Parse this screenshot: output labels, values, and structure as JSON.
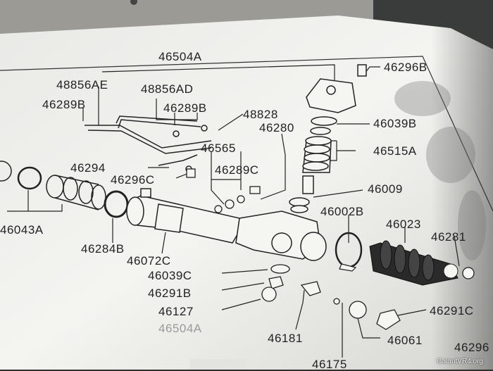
{
  "diagram": {
    "title_part": "46504A",
    "labels": {
      "p46296B_top": "46296B",
      "p48856AE": "48856AE",
      "p48856AD": "48856AD",
      "p46289B_left": "46289B",
      "p46289B_mid": "46289B",
      "p48828": "48828",
      "p46280": "46280",
      "p46039B": "46039B",
      "p46515A": "46515A",
      "p46565": "46565",
      "p46294": "46294",
      "p46289C": "46289C",
      "p46296C": "46296C",
      "p46009": "46009",
      "p46002B": "46002B",
      "p46023": "46023",
      "p46281": "46281",
      "p46043A": "46043A",
      "p46284B": "46284B",
      "p46072C": "46072C",
      "p46039C": "46039C",
      "p46291B": "46291B",
      "p46127": "46127",
      "p46504A_faded": "46504A",
      "p46181": "46181",
      "p46175": "46175",
      "p46061": "46061",
      "p46291C": "46291C",
      "p46296_partial": "46296"
    }
  },
  "watermark": "GalantVR4.org"
}
